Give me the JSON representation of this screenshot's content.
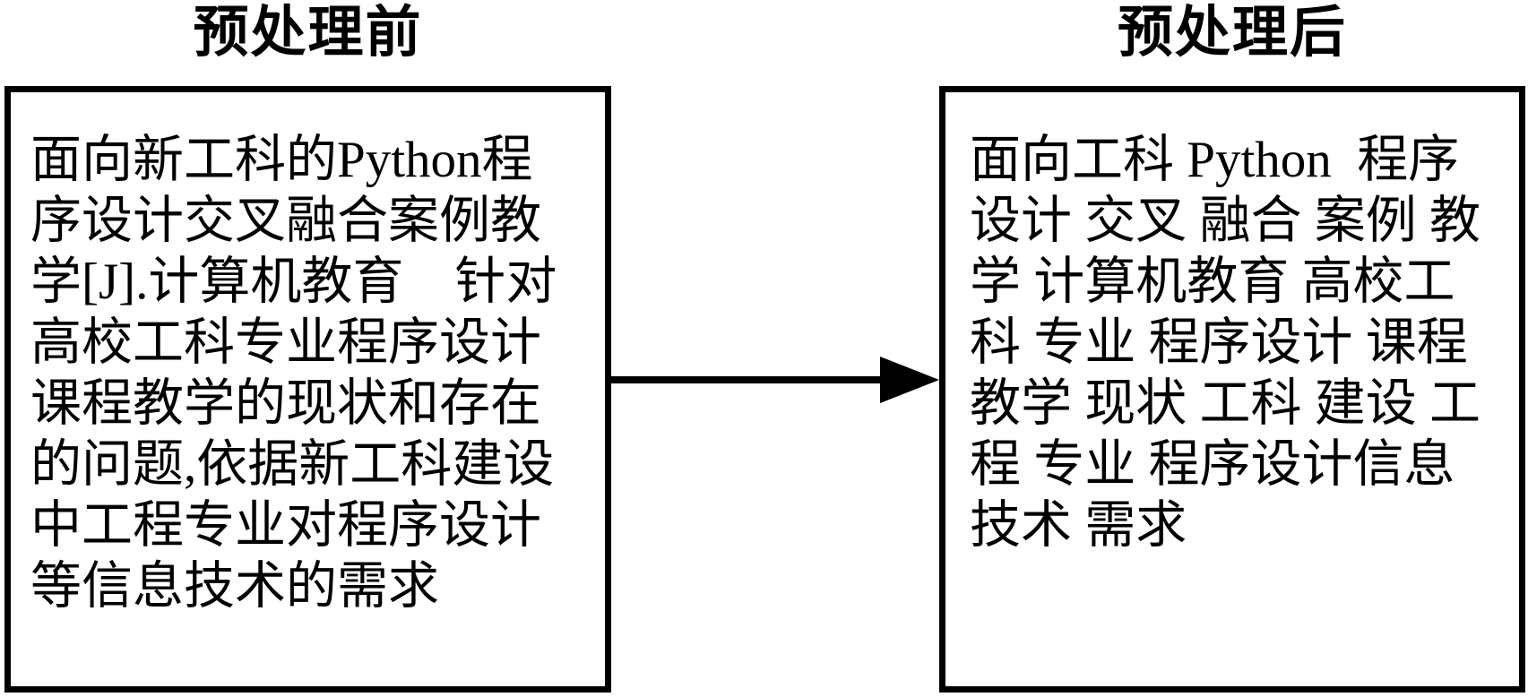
{
  "diagram": {
    "before": {
      "title": "预处理前",
      "lines": [
        "面向新工科的Python程",
        "序设计交叉融合案例教",
        "学[J].计算机教育　针对",
        "高校工科专业程序设计",
        "课程教学的现状和存在",
        "的问题,依据新工科建设",
        "中工程专业对程序设计",
        "等信息技术的需求"
      ]
    },
    "after": {
      "title": "预处理后",
      "lines": [
        "面向工科 Python  程序",
        "设计 交叉 融合 案例 教",
        "学 计算机教育 高校工",
        "科 专业 程序设计 课程",
        "教学 现状 工科 建设 工",
        "程 专业 程序设计信息",
        "技术 需求"
      ]
    },
    "colors": {
      "text": "#000000",
      "border": "#000000",
      "background": "#ffffff",
      "arrow": "#000000"
    }
  }
}
